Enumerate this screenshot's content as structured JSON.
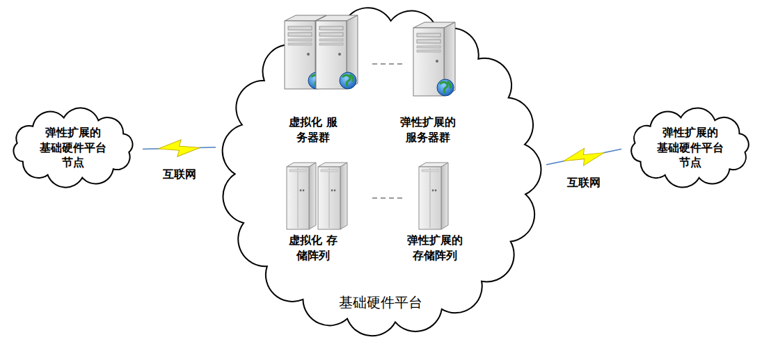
{
  "diagram": {
    "nodes": [
      {
        "text": [
          "基础硬件平台"
        ]
      },
      {
        "text": [
          "弹性扩展的 基础硬件平台 节点"
        ]
      },
      {
        "text": [
          "弹性扩展的 基础硬件平台 节点"
        ]
      },
      {
        "text": [
          "虚拟化 服务器群"
        ],
        "in": 0
      },
      {
        "text": [
          "弹性扩展的 服务器群"
        ],
        "in": 0
      },
      {
        "text": [
          "虚拟化 存储阵列"
        ],
        "in": 0
      },
      {
        "text": [
          "弹性扩展的 存储阵列"
        ],
        "in": 0
      }
    ],
    "edges": [
      {
        "from": 1,
        "to": 0,
        "label": "互联网",
        "arrow": "none"
      },
      {
        "from": 0,
        "to": 2,
        "label": "互联网",
        "arrow": "none"
      }
    ]
  }
}
